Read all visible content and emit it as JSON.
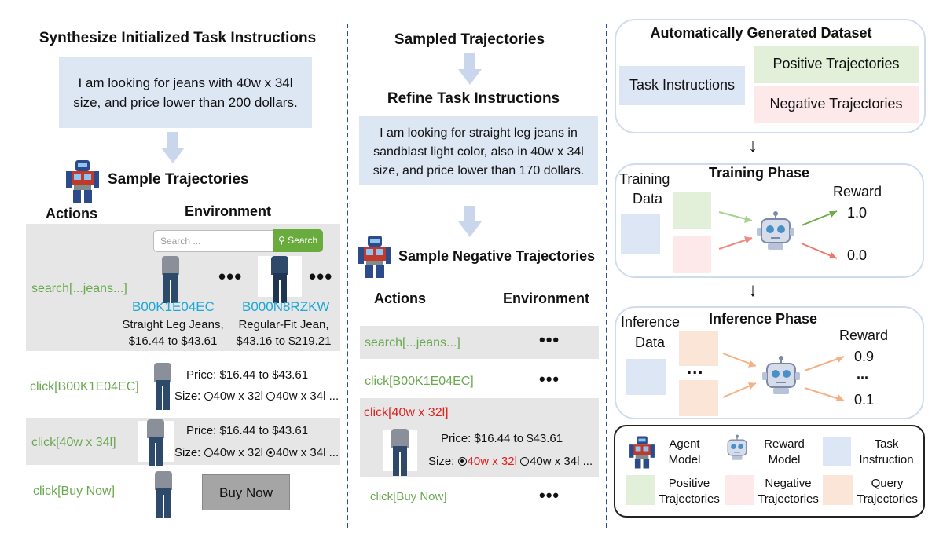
{
  "left": {
    "title": "Synthesize Initialized Task Instructions",
    "instruction": "I am looking for jeans with 40w x 34l size, and price lower than 200 dollars.",
    "sample_title": "Sample Trajectories",
    "actions_header": "Actions",
    "env_header": "Environment",
    "search_placeholder": "Search ...",
    "search_button": "Search",
    "action_search": "search[...jeans...]",
    "ellipsis": "•••",
    "product1_id": "B00K1E04EC",
    "product1_name": "Straight Leg Jeans,",
    "product1_price": "$16.44 to $43.61",
    "product2_id": "B000N8RZKW",
    "product2_name": "Regular-Fit Jean,",
    "product2_price": "$43.16 to $219.21",
    "action_click_product": "click[B00K1E04EC]",
    "price_line": "Price: $16.44 to $43.61",
    "size_label": "Size:",
    "size_opt1": "40w x 32l",
    "size_opt2": "40w x 34l",
    "size_more": "...",
    "action_click_size": "click[40w x 34l]",
    "action_buy": "click[Buy Now]",
    "buy_button": "Buy Now"
  },
  "middle": {
    "sampled_title": "Sampled Trajectories",
    "refine_title": "Refine Task Instructions",
    "refined_instruction": "I am looking for straight leg jeans in sandblast light color, also in 40w x 34l size, and price lower than 170 dollars.",
    "neg_title": "Sample Negative Trajectories",
    "actions_header": "Actions",
    "env_header": "Environment",
    "rows": [
      {
        "action": "search[...jeans...]",
        "env": "•••"
      },
      {
        "action": "click[B00K1E04EC]",
        "env": "•••"
      },
      {
        "action": "click[40w x 32l]",
        "env": ""
      },
      {
        "action": "click[Buy Now]",
        "env": "•••"
      }
    ],
    "price_line": "Price: $16.44 to $43.61",
    "size_label": "Size:",
    "size_opt1": "40w x 32l",
    "size_opt2": "40w x 34l",
    "size_more": "..."
  },
  "right": {
    "dataset_title": "Automatically Generated Dataset",
    "task_instructions": "Task Instructions",
    "positive": "Positive Trajectories",
    "negative": "Negative Trajectories",
    "training_title": "Training Phase",
    "training_data_1": "Training",
    "training_data_2": "Data",
    "reward_label": "Reward",
    "train_r1": "1.0",
    "train_r2": "0.0",
    "inference_title": "Inference Phase",
    "inference_data_1": "Inference",
    "inference_data_2": "Data",
    "inf_r1": "0.9",
    "inf_dots": "...",
    "inf_r2": "0.1",
    "inf_mid_dots": "...",
    "arrow_down": "↓"
  },
  "legend": {
    "agent_1": "Agent",
    "agent_2": "Model",
    "reward_1": "Reward",
    "reward_2": "Model",
    "task_1": "Task",
    "task_2": "Instruction",
    "pos_1": "Positive",
    "pos_2": "Trajectories",
    "neg_1": "Negative",
    "neg_2": "Trajectories",
    "query_1": "Query",
    "query_2": "Trajectories"
  },
  "colors": {
    "green_action": "#6aa84f",
    "red_action": "#e0201b",
    "product_id": "#1fa7d8",
    "divider": "#2a4d9c",
    "task_blue": "#dce6f4",
    "positive_green": "#e2f0d9",
    "negative_pink": "#fde9ea",
    "query_orange": "#fbe5d6"
  }
}
